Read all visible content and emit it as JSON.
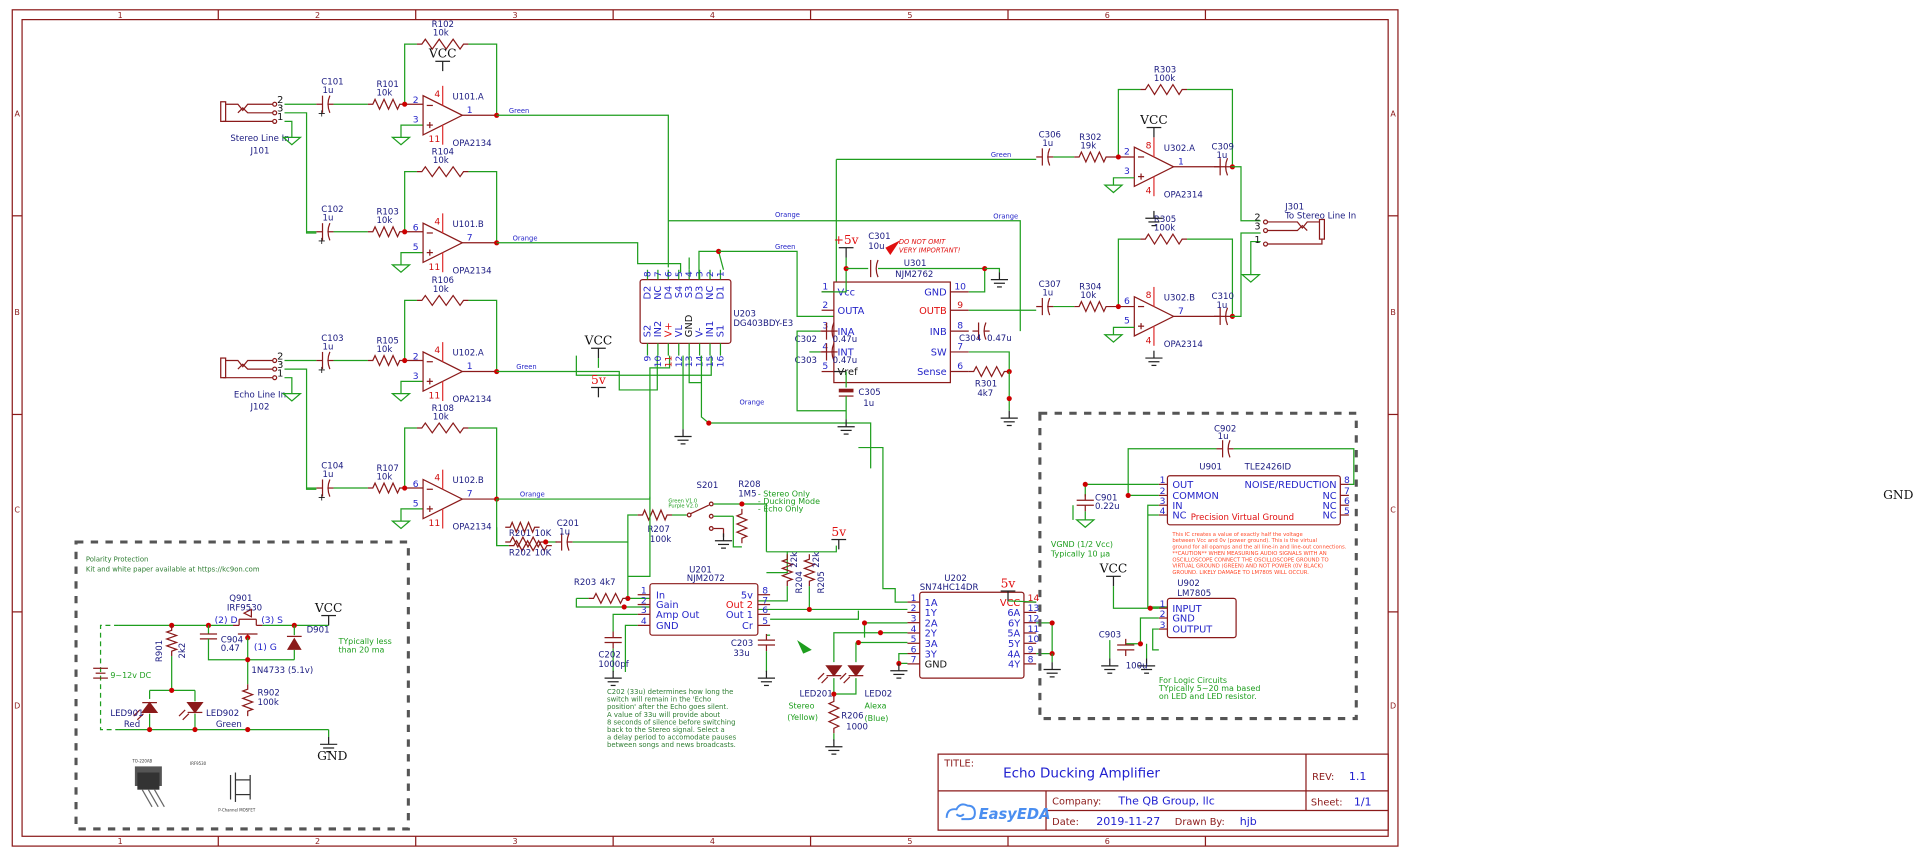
{
  "colors": {
    "wire": "#1e9e1e",
    "component": "#8b1a1a",
    "pin_number": "#2525c8",
    "junction": "#cc0000",
    "frame": "#8b1a1a",
    "warning": "#e01010"
  },
  "frame": {
    "cols": [
      "1",
      "2",
      "3",
      "4",
      "5",
      "6"
    ],
    "rows": [
      "A",
      "B",
      "C",
      "D"
    ]
  },
  "power": {
    "vcc": "VCC",
    "plus5v": "+5v",
    "v5": "5v",
    "gnd": "GND"
  },
  "jacks": [
    {
      "ref": "J101",
      "name": "Stereo Line In",
      "pins": [
        "2",
        "3",
        "1"
      ]
    },
    {
      "ref": "J102",
      "name": "Echo Line In",
      "pins": [
        "2",
        "3",
        "1"
      ]
    },
    {
      "ref": "J301",
      "name": "To Stereo Line In",
      "pins": [
        "2",
        "3",
        "1"
      ]
    }
  ],
  "channels": [
    {
      "cap": {
        "ref": "C101",
        "value": "1u"
      },
      "rin": {
        "ref": "R101",
        "value": "10k"
      },
      "rf": {
        "ref": "R102",
        "value": "10k"
      },
      "op": {
        "ref": "U101.A",
        "value": "OPA2134",
        "pins": [
          "2",
          "3",
          "1"
        ],
        "power": [
          "4",
          "11"
        ]
      },
      "net": "Green"
    },
    {
      "cap": {
        "ref": "C102",
        "value": "1u"
      },
      "rin": {
        "ref": "R103",
        "value": "10k"
      },
      "rf": {
        "ref": "R104",
        "value": "10k"
      },
      "op": {
        "ref": "U101.B",
        "value": "OPA2134",
        "pins": [
          "6",
          "5",
          "7"
        ],
        "power": [
          "4",
          "11"
        ]
      },
      "net": "Orange"
    },
    {
      "cap": {
        "ref": "C103",
        "value": "1u"
      },
      "rin": {
        "ref": "R105",
        "value": "10k"
      },
      "rf": {
        "ref": "R106",
        "value": "10k"
      },
      "op": {
        "ref": "U102.A",
        "value": "OPA2134",
        "pins": [
          "2",
          "3",
          "1"
        ],
        "power": [
          "4",
          "11"
        ]
      },
      "net": "Green"
    },
    {
      "cap": {
        "ref": "C104",
        "value": "1u"
      },
      "rin": {
        "ref": "R107",
        "value": "10k"
      },
      "rf": {
        "ref": "R108",
        "value": "10k"
      },
      "op": {
        "ref": "U102.B",
        "value": "OPA2134",
        "pins": [
          "6",
          "5",
          "7"
        ],
        "power": [
          "4",
          "11"
        ]
      },
      "net": "Orange"
    }
  ],
  "outputs": [
    {
      "cin": {
        "ref": "C306",
        "value": "1u"
      },
      "rin": {
        "ref": "R302",
        "value": "19k"
      },
      "rf": {
        "ref": "R303",
        "value": "100k"
      },
      "op": {
        "ref": "U302.A",
        "value": "OPA2314",
        "pins": [
          "2",
          "3",
          "1"
        ],
        "power": [
          "8",
          "4"
        ]
      },
      "cout": {
        "ref": "C309",
        "value": "1u"
      },
      "net": "Green"
    },
    {
      "cin": {
        "ref": "C307",
        "value": "1u"
      },
      "rin": {
        "ref": "R304",
        "value": "10k"
      },
      "rf": {
        "ref": "R305",
        "value": "100k"
      },
      "op": {
        "ref": "U302.B",
        "value": "OPA2314",
        "pins": [
          "6",
          "5",
          "7"
        ],
        "power": [
          "8",
          "4"
        ]
      },
      "cout": {
        "ref": "C310",
        "value": "1u"
      },
      "net": "Orange"
    }
  ],
  "nets": {
    "green": "Green",
    "orange": "Orange"
  },
  "u203": {
    "ref": "U203",
    "value": "DG403BDY-E3",
    "top": [
      {
        "n": "8",
        "l": "D2"
      },
      {
        "n": "7",
        "l": "NC"
      },
      {
        "n": "6",
        "l": "D4"
      },
      {
        "n": "5",
        "l": "S4"
      },
      {
        "n": "4",
        "l": "S3"
      },
      {
        "n": "3",
        "l": "D3"
      },
      {
        "n": "2",
        "l": "NC"
      },
      {
        "n": "1",
        "l": "D1"
      }
    ],
    "bottom": [
      {
        "n": "9",
        "l": "S2"
      },
      {
        "n": "10",
        "l": "IN2"
      },
      {
        "n": "11",
        "l": "V+"
      },
      {
        "n": "12",
        "l": "VL"
      },
      {
        "n": "13",
        "l": "GND"
      },
      {
        "n": "14",
        "l": "V-"
      },
      {
        "n": "15",
        "l": "IN1"
      },
      {
        "n": "16",
        "l": "S1"
      }
    ]
  },
  "u301": {
    "ref": "U301",
    "value": "NJM2762",
    "left": [
      {
        "n": "1",
        "l": "Vcc"
      },
      {
        "n": "2",
        "l": "OUTA"
      },
      {
        "n": "3",
        "l": "INA"
      },
      {
        "n": "4",
        "l": "INT"
      },
      {
        "n": "5",
        "l": "Vref"
      }
    ],
    "right": [
      {
        "n": "10",
        "l": "GND"
      },
      {
        "n": "9",
        "l": "OUTB"
      },
      {
        "n": "8",
        "l": "INB"
      },
      {
        "n": "7",
        "l": "SW"
      },
      {
        "n": "6",
        "l": "Sense"
      }
    ]
  },
  "u301_parts": {
    "c301": {
      "ref": "C301",
      "value": "10u"
    },
    "c302": {
      "ref": "C302",
      "value": "0.47u"
    },
    "c303": {
      "ref": "C303",
      "value": "0.47u"
    },
    "c304": {
      "ref": "C304",
      "value": "0.47u"
    },
    "c305": {
      "ref": "C305",
      "value": "1u"
    },
    "r301": {
      "ref": "R301",
      "value": "4k7"
    },
    "warning1": "DO NOT OMIT",
    "warning2": "VERY IMPORTANT!"
  },
  "u201": {
    "ref": "U201",
    "value": "NJM2072",
    "left": [
      {
        "n": "1",
        "l": "In"
      },
      {
        "n": "2",
        "l": "Gain"
      },
      {
        "n": "3",
        "l": "Amp Out"
      },
      {
        "n": "4",
        "l": "GND"
      }
    ],
    "right": [
      {
        "n": "8",
        "l": "5v"
      },
      {
        "n": "7",
        "l": "Out 2"
      },
      {
        "n": "6",
        "l": "Out 1"
      },
      {
        "n": "5",
        "l": "Cr"
      }
    ]
  },
  "u202": {
    "ref": "U202",
    "value": "SN74HC14DR",
    "left": [
      {
        "n": "1",
        "l": "1A"
      },
      {
        "n": "2",
        "l": "1Y"
      },
      {
        "n": "3",
        "l": "2A"
      },
      {
        "n": "4",
        "l": "2Y"
      },
      {
        "n": "5",
        "l": "3A"
      },
      {
        "n": "6",
        "l": "3Y"
      },
      {
        "n": "7",
        "l": "GND"
      }
    ],
    "right": [
      {
        "n": "14",
        "l": "VCC"
      },
      {
        "n": "13",
        "l": "6A"
      },
      {
        "n": "12",
        "l": "6Y"
      },
      {
        "n": "11",
        "l": "5A"
      },
      {
        "n": "10",
        "l": "5Y"
      },
      {
        "n": "9",
        "l": "4A"
      },
      {
        "n": "8",
        "l": "4Y"
      }
    ]
  },
  "ducking": {
    "r201": {
      "ref": "R201",
      "value": "10K"
    },
    "r202": {
      "ref": "R202",
      "value": "10K"
    },
    "c201": {
      "ref": "C201",
      "value": "1u"
    },
    "r207": {
      "ref": "R207",
      "value": "100k"
    },
    "s201": {
      "ref": "S201",
      "v1": "Green V1.0",
      "v2": "Purple V2.0"
    },
    "r208": {
      "ref": "R208",
      "value": "1M5"
    },
    "modes": [
      "- Stereo Only",
      "- Ducking Mode",
      "- Echo Only"
    ],
    "r203": {
      "ref": "R203",
      "value": "4k7"
    },
    "c202": {
      "ref": "C202",
      "value": "1000pf"
    },
    "c203": {
      "ref": "C203",
      "value": "33u"
    },
    "r204": {
      "ref": "R204",
      "value": "22k"
    },
    "r205": {
      "ref": "R205",
      "value": "22k"
    },
    "led201": {
      "ref": "LED201",
      "name": "Stereo",
      "color": "(Yellow)"
    },
    "led02": {
      "ref": "LED02",
      "name": "Alexa",
      "color": "(Blue)"
    },
    "r206": {
      "ref": "R206",
      "value": "1000"
    }
  },
  "note_c202": [
    "C202 (33u) determines how long the",
    "switch will remain in the 'Echo",
    "position' after the Echo goes silent.",
    "A value of 33u will provide about",
    "8 seconds of silence before switching",
    "back to the Stereo signal. Select a",
    "a delay period to accomodate pauses",
    "between songs and news broadcasts."
  ],
  "vground": {
    "u901": {
      "ref": "U901",
      "value": "TLE2426ID",
      "left": [
        {
          "n": "1",
          "l": "OUT"
        },
        {
          "n": "2",
          "l": "COMMON"
        },
        {
          "n": "3",
          "l": "IN"
        },
        {
          "n": "4",
          "l": "NC"
        }
      ],
      "right": [
        {
          "n": "8",
          "l": "NOISE/REDUCTION"
        },
        {
          "n": "7",
          "l": "NC"
        },
        {
          "n": "6",
          "l": "NC"
        },
        {
          "n": "5",
          "l": "NC"
        }
      ],
      "center": "Precision Virtual Ground"
    },
    "c901": {
      "ref": "C901",
      "value": "0.22u"
    },
    "c902": {
      "ref": "C902",
      "value": "1u"
    },
    "vgnd_note": [
      "VGND (1/2 Vcc)",
      "Typically 10 µa"
    ],
    "caution": [
      "This IC creates a value of exactly half the voltage",
      "between Vcc and 0v (power ground).  This is the virtual",
      "ground for all opamps and the all line-in and line-out connections.",
      "**CAUTION** WHEN MEASURING AUDIO SIGNALS WITH AN",
      "OSCILLOSCOPE CONNECT THE OSCILLOSCOPE GROUND TO",
      "VIRTUAL GROUND (GREEN) AND NOT POWER (0V BLACK)",
      "GROUND.  LIKELY DAMAGE TO LM7805 WILL OCCUR."
    ],
    "u902": {
      "ref": "U902",
      "value": "LM7805",
      "pins": [
        {
          "n": "1",
          "l": "INPUT"
        },
        {
          "n": "2",
          "l": "GND"
        },
        {
          "n": "3",
          "l": "OUTPUT"
        }
      ]
    },
    "c903": {
      "ref": "C903",
      "value": "100u"
    },
    "logic_note": [
      "For Logic Circuits",
      "TYpically 5~20 ma based",
      "on LED and LED resistor."
    ]
  },
  "polarity": {
    "title": "Polarity Protection",
    "subtitle": "Kit and white paper available at https://kc9on.com",
    "q901": {
      "ref": "Q901",
      "value": "IRF9530",
      "d": "(2) D",
      "s": "(3) S",
      "g": "(1) G"
    },
    "c904": {
      "ref": "C904",
      "value": "0.47"
    },
    "d901": {
      "ref": "D901",
      "value": "1N4733 (5.1v)"
    },
    "r901": {
      "ref": "R901",
      "value": "2k2"
    },
    "r902": {
      "ref": "R902",
      "value": "100k"
    },
    "led901": {
      "ref": "LED901",
      "color": "Red"
    },
    "led902": {
      "ref": "LED902",
      "color": "Green"
    },
    "battery": "9~12v DC",
    "current_note": [
      "TYpically less",
      "than 20 ma"
    ],
    "pkg_label": "TO-220AB",
    "pkg_name": "IRF9530",
    "mosfet_caption": "P-Channel MOSFET"
  },
  "title_block": {
    "title_label": "TITLE:",
    "title": "Echo Ducking Amplifier",
    "rev_label": "REV:",
    "rev": "1.1",
    "company_label": "Company:",
    "company": "The QB Group, llc",
    "sheet_label": "Sheet:",
    "sheet": "1/1",
    "date_label": "Date:",
    "date": "2019-11-27",
    "drawn_label": "Drawn By:",
    "drawn": "hjb",
    "logo": "EasyEDA"
  }
}
